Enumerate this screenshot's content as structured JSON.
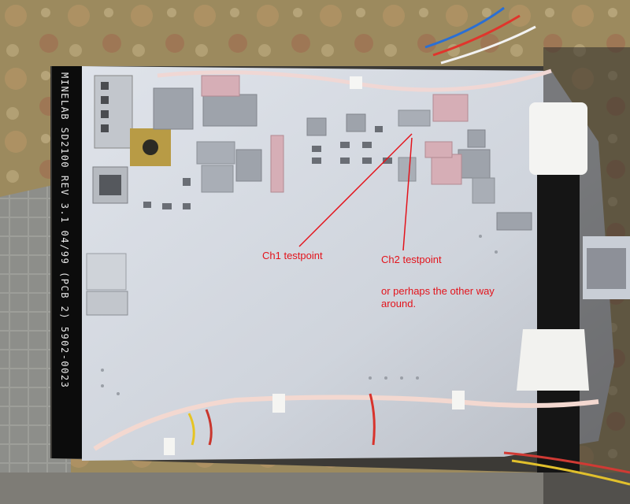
{
  "photo": {
    "board_silkscreen": "MINELAB SD2100 REV 3.1 04/99 (PCB 2) 5902-0023",
    "annotations": {
      "ch1": "Ch1 testpoint",
      "ch2": "Ch2 testpoint",
      "note": "or perhaps the other way around."
    },
    "colors": {
      "annotation": "#e3131b",
      "board": "#d3d8df",
      "silkscreen_strip": "#0c0c0c"
    }
  }
}
